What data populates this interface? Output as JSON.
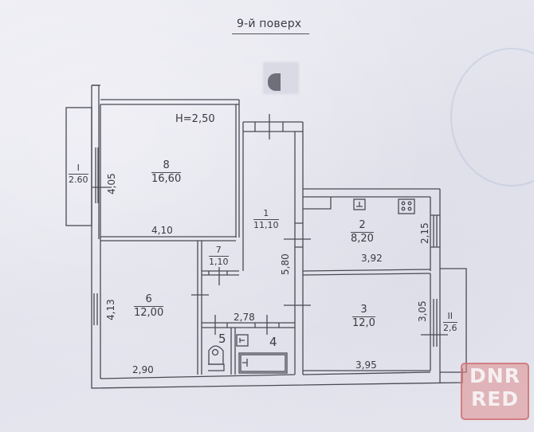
{
  "header": {
    "floor_title": "9-й поверх"
  },
  "ceiling_height": "H=2,50",
  "rooms": [
    {
      "id": "1",
      "area": "11,10",
      "type": "corridor"
    },
    {
      "id": "2",
      "area": "8,20",
      "type": "kitchen"
    },
    {
      "id": "3",
      "area": "12,0",
      "type": "room"
    },
    {
      "id": "4",
      "area": "",
      "type": "bathroom"
    },
    {
      "id": "5",
      "area": "",
      "type": "toilet"
    },
    {
      "id": "6",
      "area": "12,00",
      "type": "room"
    },
    {
      "id": "7",
      "area": "1,10",
      "type": "storage"
    },
    {
      "id": "8",
      "area": "16,60",
      "type": "room"
    }
  ],
  "balconies": [
    {
      "id": "I",
      "area": "2.60"
    },
    {
      "id": "II",
      "area": "2,6"
    }
  ],
  "dimensions": {
    "room8_width": "4,10",
    "room8_height": "4,05",
    "room6_height": "4,13",
    "room6_width": "2,90",
    "corridor_length": "5,80",
    "bath_width": "2,78",
    "kitchen_width": "3,92",
    "kitchen_height": "2,15",
    "room3_height": "3,05",
    "room3_width": "3,95"
  },
  "watermark": {
    "line1": "DNR",
    "line2": "RED",
    "color": "#d98a8a"
  },
  "colors": {
    "paper": "#e6e6ee",
    "line": "#4a4a55"
  }
}
